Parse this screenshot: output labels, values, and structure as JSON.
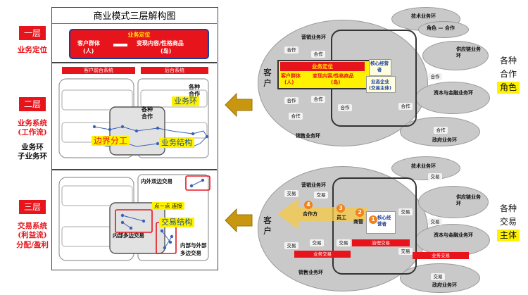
{
  "left": {
    "layer1": {
      "tag": "一层",
      "caption": "业务定位"
    },
    "layer2": {
      "tag": "二层",
      "caption1": "业务系统",
      "caption2": "(工作流)",
      "caption3": "业务环",
      "caption4": "子业务环"
    },
    "layer3": {
      "tag": "三层",
      "caption1": "交易系统",
      "caption2": "(利益流)",
      "caption3": "分配/盈利"
    }
  },
  "panel": {
    "title": "商业模式三层解构图",
    "top": {
      "header": "业务定位",
      "left1": "客户群体",
      "left2": "(人)",
      "right1": "变现内容/性格商品",
      "right2": "(岛)"
    },
    "mid": {
      "bar_left": "客户前台系统",
      "bar_right": "后台系统",
      "coop1": "各种",
      "coop2": "合作",
      "coop3": "各种",
      "coop4": "合作",
      "ring": "业务环",
      "boundary": "边界分工",
      "structure": "业务结构"
    },
    "bottom": {
      "inout": "内外双边交易",
      "p2p": "点－点  连接",
      "internal": "内部多边交易",
      "structure": "交易结构",
      "inext1": "内部与外部",
      "inext2": "多边交易"
    }
  },
  "right_top": {
    "customer": "客户",
    "marketing": "营销业务环",
    "tech": "技术业务环",
    "role_coop": "角色 — 合作",
    "supply": "供应链业务环",
    "positioning": "业务定位",
    "cust_group1": "客户群体",
    "cust_group2": "(人)",
    "monetize1": "变现内容/性格商品",
    "monetize2": "(岛)",
    "core_mgr": "核心经营者",
    "enterprise1": "业态企业",
    "enterprise2": "(交易主体)",
    "capital": "资本与金融业务环",
    "gov": "政府业务环",
    "sales": "销售业务环",
    "coop": "合作",
    "label1": "各种",
    "label2": "合作",
    "label3": "角色"
  },
  "right_bottom": {
    "customer": "客户",
    "marketing": "营销业务环",
    "tech": "技术业务环",
    "supply": "供应链业务环",
    "partner": "合作方",
    "staff": "员工",
    "merchant": "商管",
    "core_mgr": "核心经营者",
    "capital": "资本与金融业务环",
    "gov": "政府业务环",
    "sales": "销售业务环",
    "trade": "交易",
    "biz_trade": "业务交易",
    "gov_trade": "治理交易",
    "n1": "1",
    "n2": "2",
    "n3": "3",
    "n4": "4",
    "label1": "各种",
    "label2": "交易",
    "label3": "主体"
  }
}
